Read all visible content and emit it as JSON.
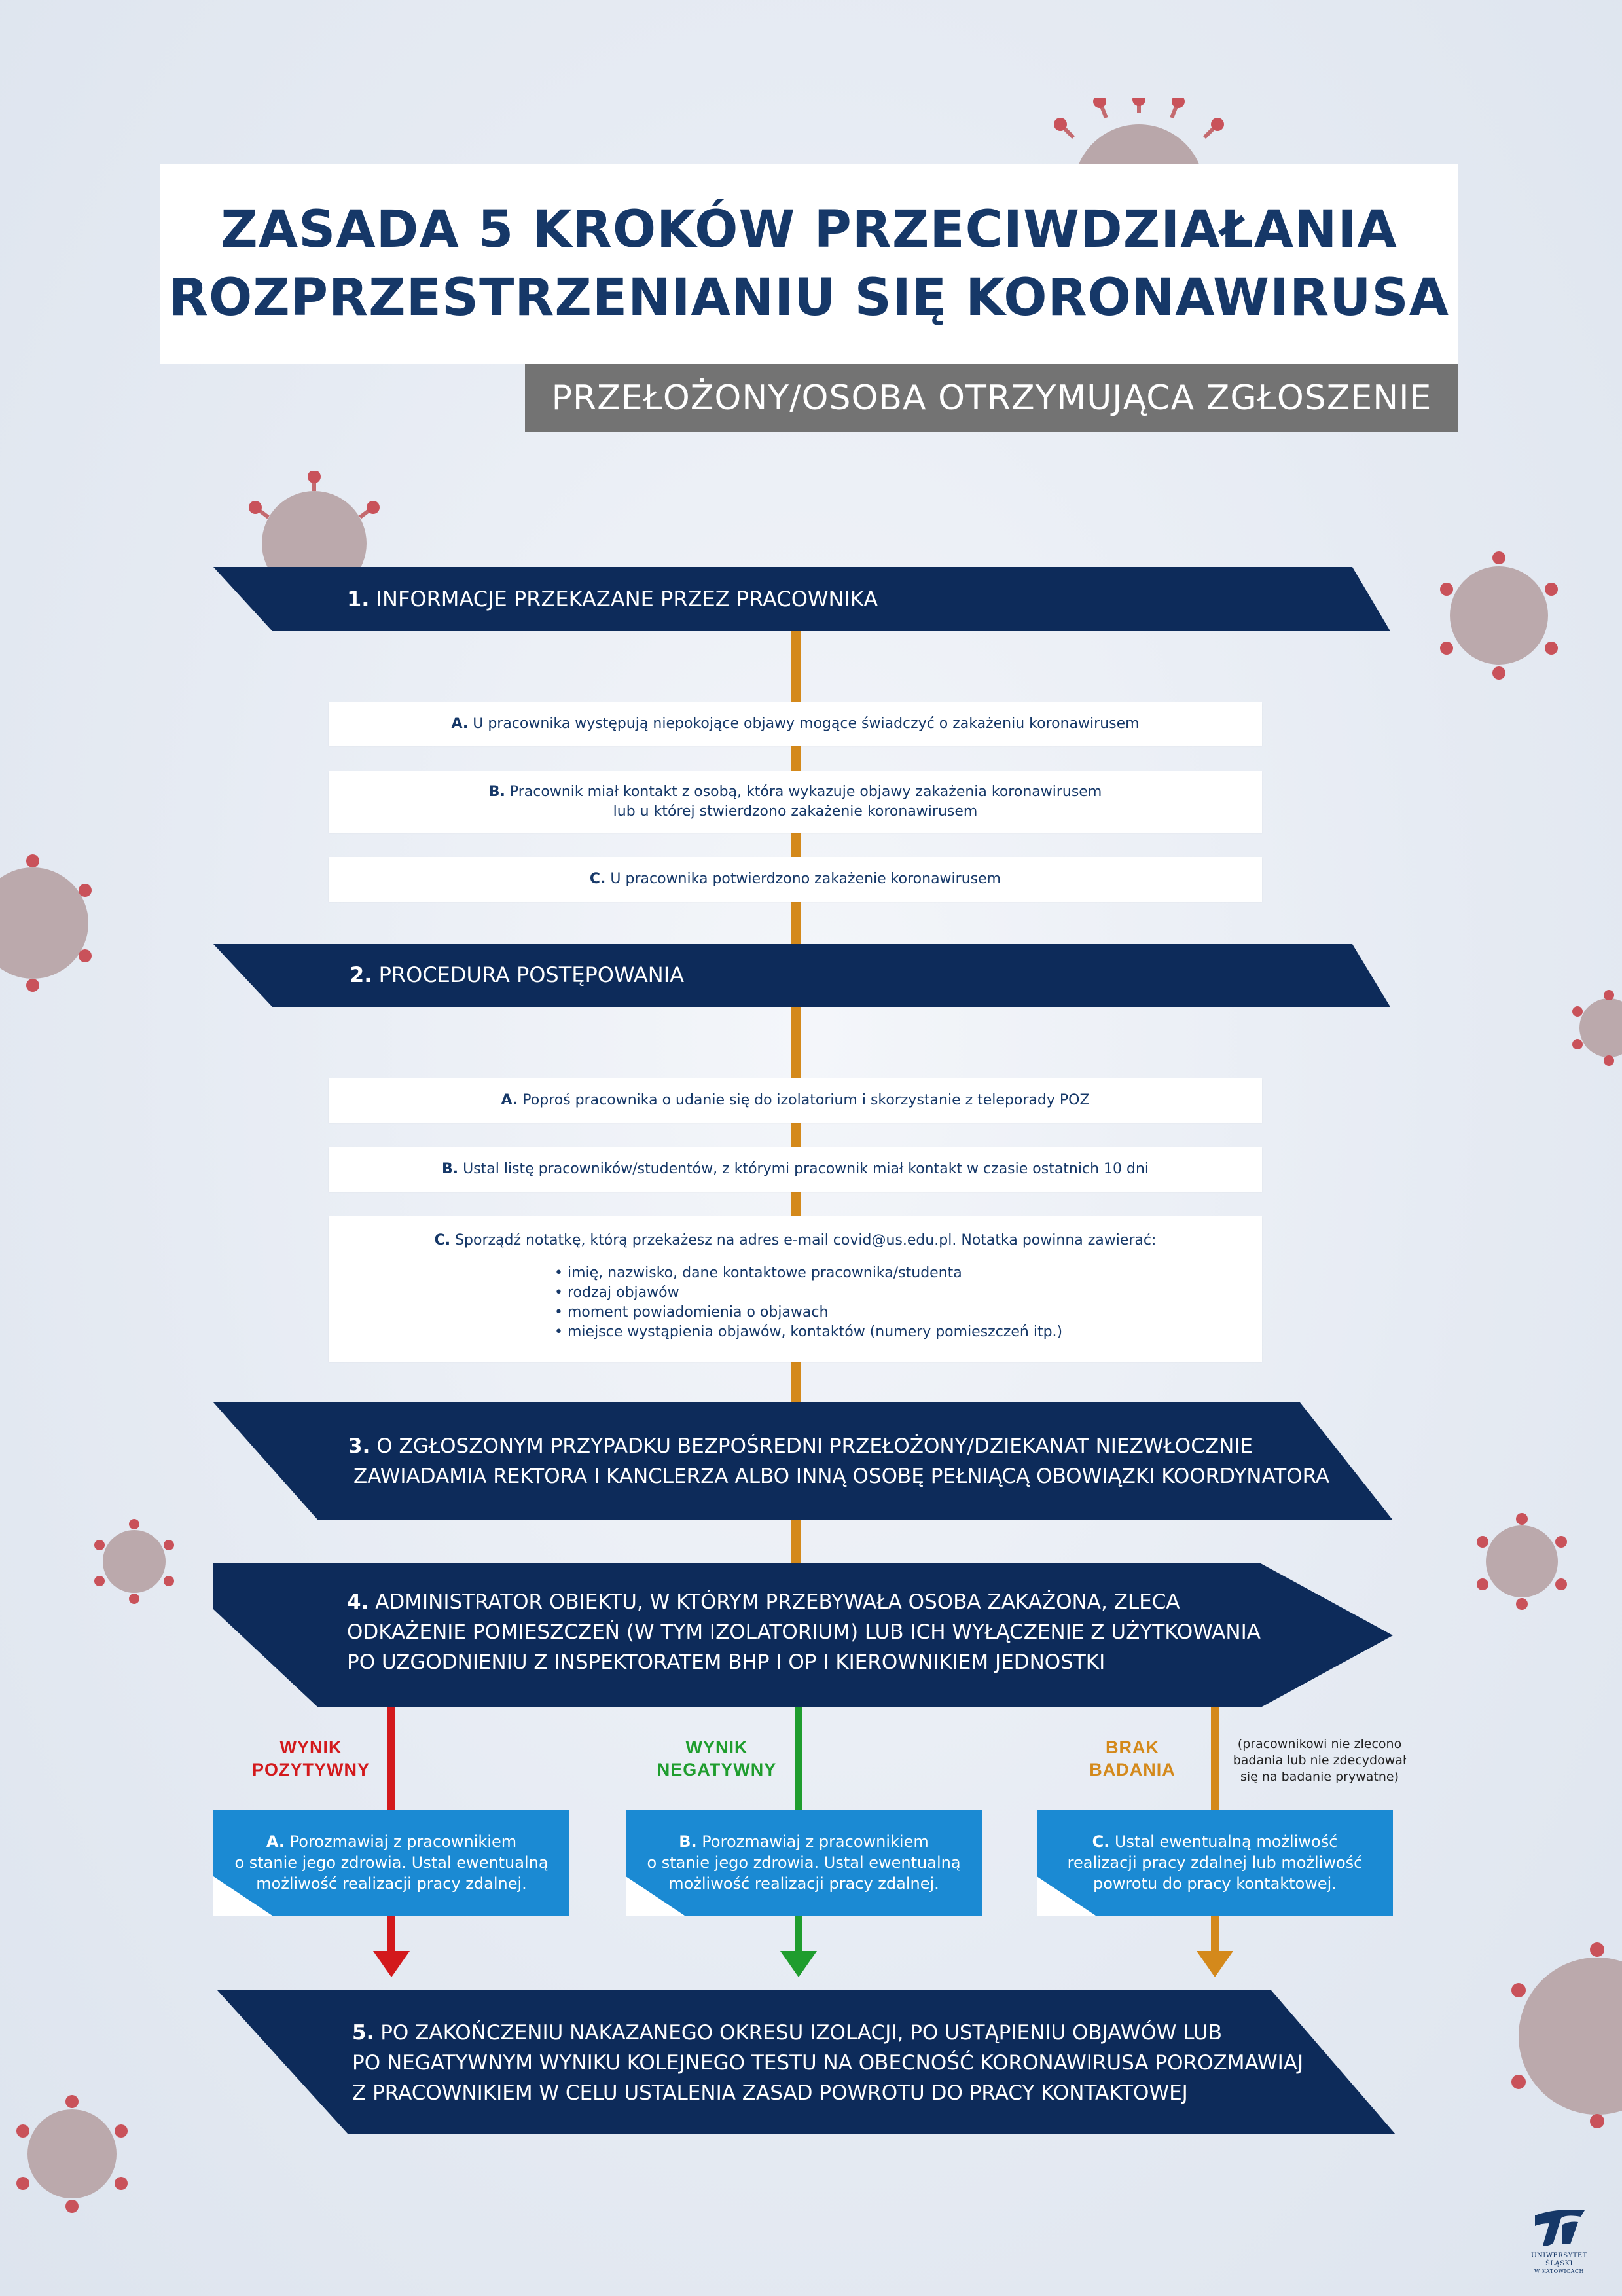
{
  "title": {
    "line1": "ZASADA 5 KROKÓW PRZECIWDZIAŁANIA",
    "line2": "ROZPRZESTRZENIANIU SIĘ KORONAWIRUSA"
  },
  "subtitle": "PRZEŁOŻONY/OSOBA OTRZYMUJĄCA ZGŁOSZENIE",
  "step1": {
    "num": "1.",
    "text": "INFORMACJE PRZEKAZANE PRZEZ PRACOWNIKA",
    "cards": [
      {
        "letter": "A.",
        "line1": "U pracownika występują niepokojące objawy mogące świadczyć o zakażeniu koronawirusem",
        "line2": ""
      },
      {
        "letter": "B.",
        "line1": "Pracownik miał kontakt z osobą, która wykazuje objawy zakażenia koronawirusem",
        "line2": "lub u której stwierdzono zakażenie koronawirusem"
      },
      {
        "letter": "C.",
        "line1": "U pracownika potwierdzono zakażenie koronawirusem",
        "line2": ""
      }
    ]
  },
  "step2": {
    "num": "2.",
    "text": "PROCEDURA POSTĘPOWANIA",
    "cards": [
      {
        "letter": "A.",
        "text": "Poproś pracownika o udanie się do izolatorium i skorzystanie z teleporady POZ"
      },
      {
        "letter": "B.",
        "text": " Ustal listę pracowników/studentów, z którymi pracownik miał kontakt w czasie ostatnich 10 dni"
      },
      {
        "letter": "C.",
        "text": "Sporządź notatkę, którą przekażesz na adres e-mail covid@us.edu.pl. Notatka powinna zawierać:"
      }
    ],
    "bullets": [
      "imię, nazwisko, dane kontaktowe pracownika/studenta",
      "rodzaj objawów",
      "moment powiadomienia o objawach",
      "miejsce wystąpienia objawów, kontaktów (numery pomieszczeń itp.)"
    ]
  },
  "step3": {
    "num": "3.",
    "line1": "O ZGŁOSZONYM PRZYPADKU BEZPOŚREDNI PRZEŁOŻONY/DZIEKANAT NIEZWŁOCZNIE",
    "line2": "ZAWIADAMIA REKTORA I KANCLERZA ALBO INNĄ OSOBĘ PEŁNIĄCĄ OBOWIĄZKI KOORDYNATORA"
  },
  "step4": {
    "num": "4.",
    "line1": "ADMINISTRATOR OBIEKTU, W KTÓRYM PRZEBYWAŁA OSOBA ZAKAŻONA, ZLECA",
    "line2": "ODKAŻENIE POMIESZCZEŃ (W TYM IZOLATORIUM) LUB ICH WYŁĄCZENIE Z UŻYTKOWANIA",
    "line3": "PO UZGODNIENIU  Z INSPEKTORATEM BHP I OP I KIEROWNIKIEM JEDNOSTKI"
  },
  "results": [
    {
      "label1": "WYNIK",
      "label2": "POZYTYWNY",
      "color": "#d3191c",
      "letter": "A.",
      "line1": "Porozmawiaj z pracownikiem",
      "line2": "o stanie jego zdrowia. Ustal ewentualną",
      "line3": "możliwość realizacji pracy zdalnej."
    },
    {
      "label1": "WYNIK",
      "label2": "NEGATYWNY",
      "color": "#1f9d2e",
      "letter": "B.",
      "line1": "Porozmawiaj z pracownikiem",
      "line2": "o stanie jego zdrowia. Ustal ewentualną",
      "line3": "możliwość realizacji pracy zdalnej."
    },
    {
      "label1": "BRAK",
      "label2": "BADANIA",
      "color": "#d4891b",
      "letter": "C.",
      "line1": "Ustal ewentualną możliwość",
      "line2": "realizacji pracy zdalnej lub możliwość",
      "line3": "powrotu do pracy kontaktowej."
    }
  ],
  "note": {
    "line1": "(pracownikowi nie zlecono",
    "line2": "badania lub nie zdecydował",
    "line3": "się na badanie prywatne)"
  },
  "step5": {
    "num": "5.",
    "line1": "PO ZAKOŃCZENIU NAKAZANEGO OKRESU IZOLACJI, PO USTĄPIENIU OBJAWÓW LUB",
    "line2": "PO NEGATYWNYM WYNIKU KOLEJNEGO TESTU NA OBECNOŚĆ KORONAWIRUSA PORozMAWIAJ",
    "line3": "Z PRACOWNIKIEM W CELU USTALENIA ZASAD POWROTU DO PRACY KONTAKTOWEJ"
  },
  "logo": {
    "line1": "UNIWERSYTET ŚLĄSKI",
    "line2": "W KATOWICACH"
  },
  "colors": {
    "navy": "#0d2b5a",
    "orange": "#d4891b",
    "blue": "#1b8ad3",
    "red": "#d3191c",
    "green": "#1f9d2e"
  }
}
